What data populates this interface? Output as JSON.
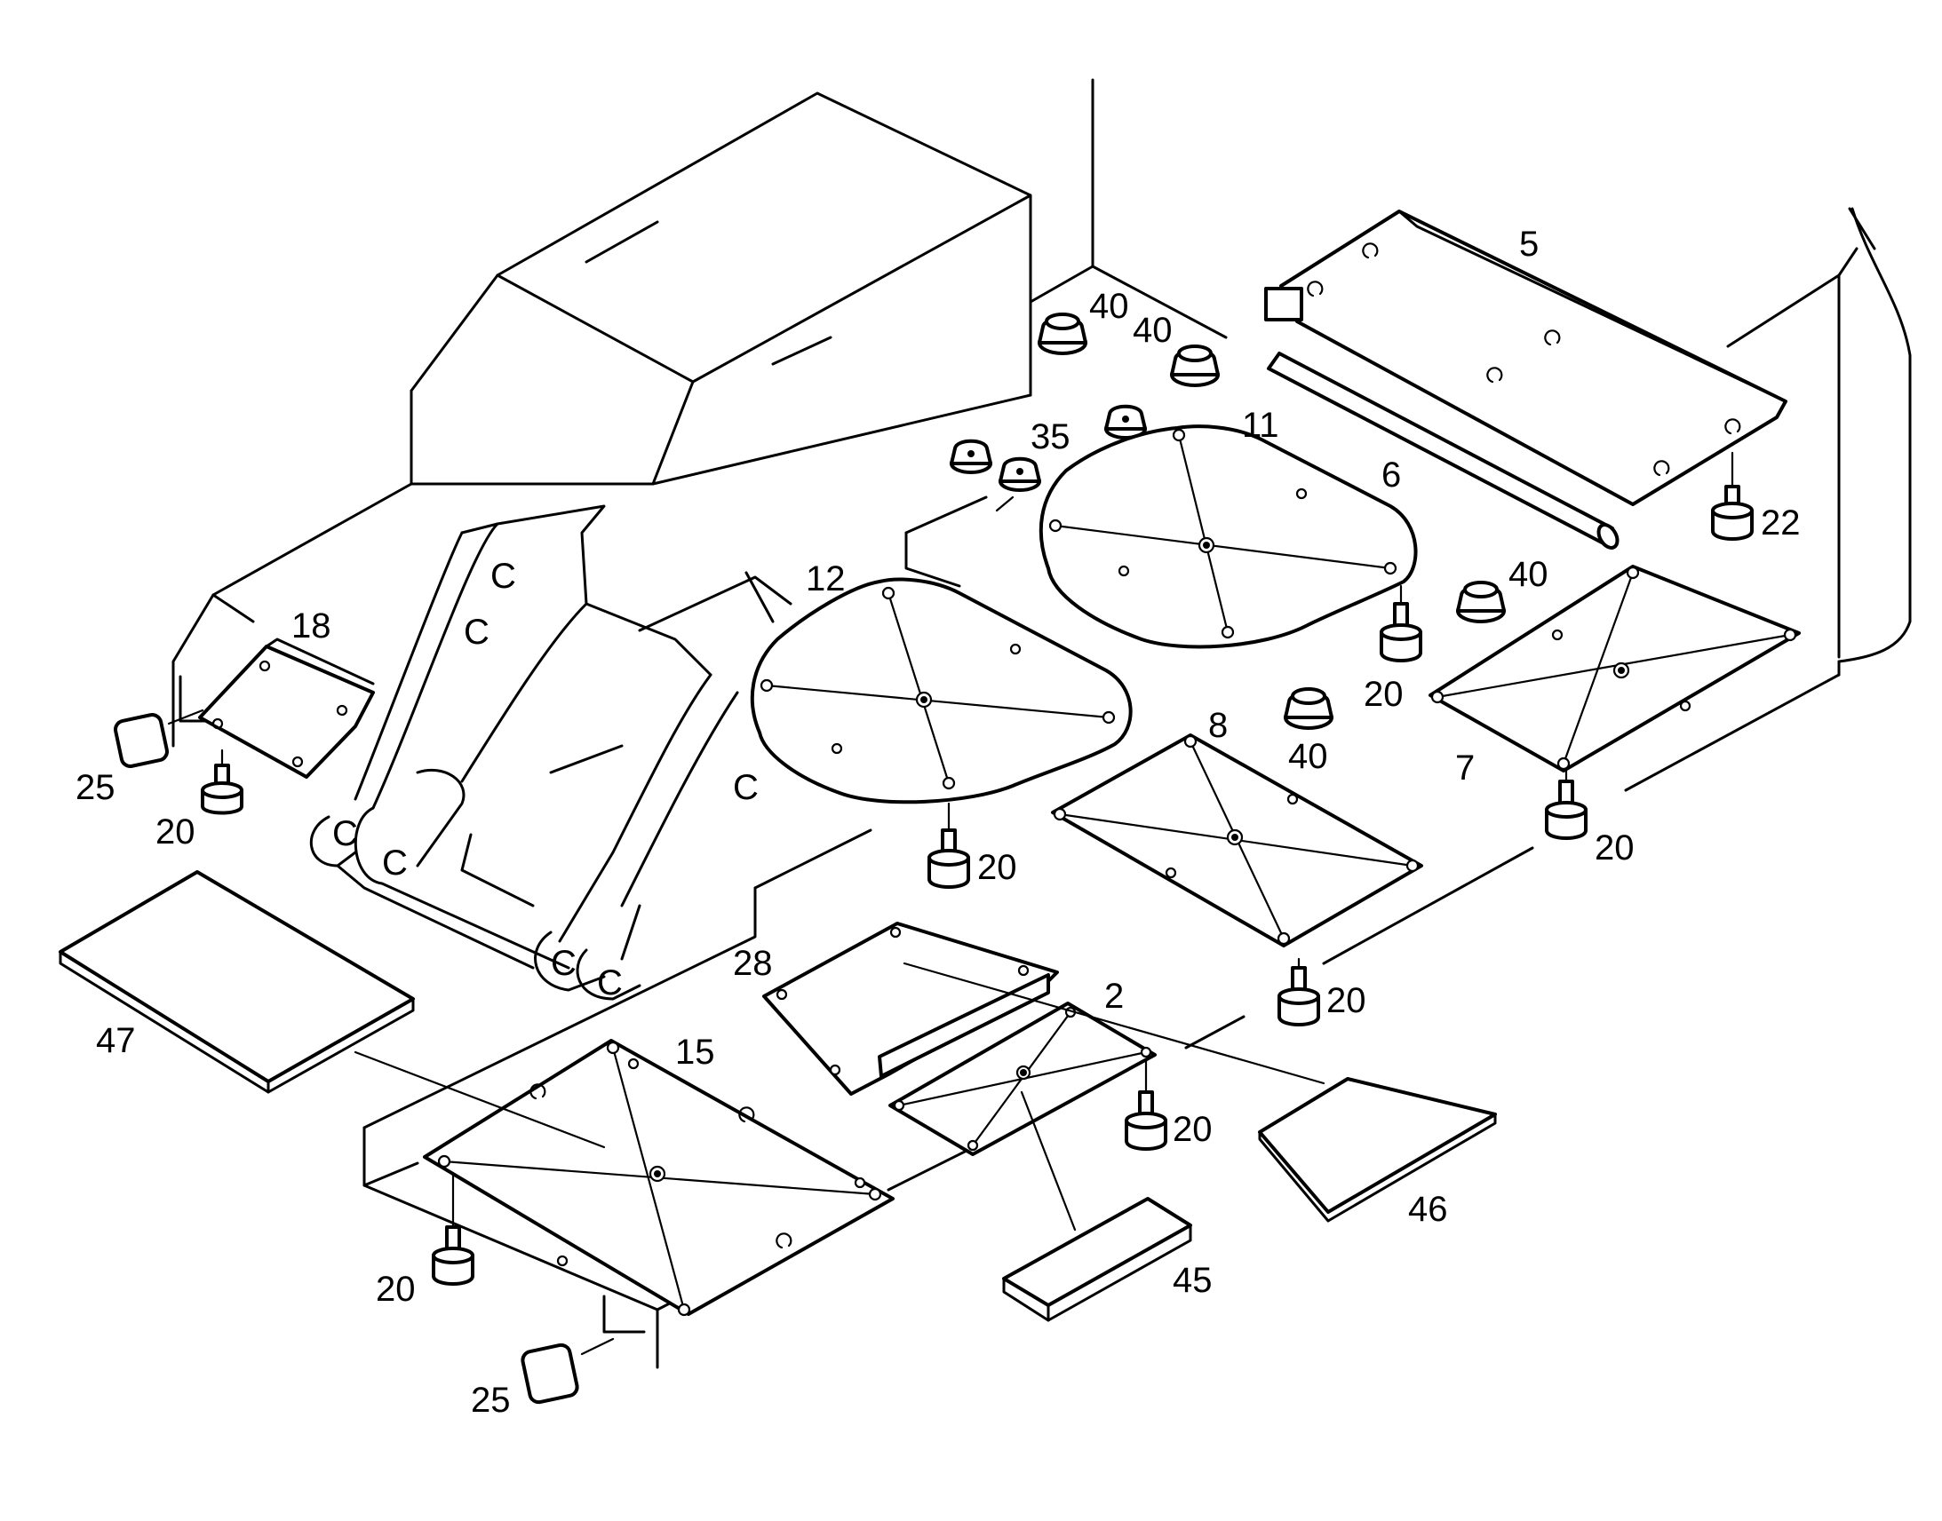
{
  "callouts": {
    "c5": "5",
    "c40a": "40",
    "c40b": "40",
    "c11": "11",
    "c35": "35",
    "c6": "6",
    "c22": "22",
    "c40c": "40",
    "c12": "12",
    "c18": "18",
    "c20a": "20",
    "c8": "8",
    "c40d": "40",
    "c7": "7",
    "c25a": "25",
    "c20b": "20",
    "c20c": "20",
    "c20d": "20",
    "c28": "28",
    "c2": "2",
    "c20e": "20",
    "c47": "47",
    "c15": "15",
    "c20f": "20",
    "c46": "46",
    "c20g": "20",
    "c45": "45",
    "c25b": "25"
  }
}
